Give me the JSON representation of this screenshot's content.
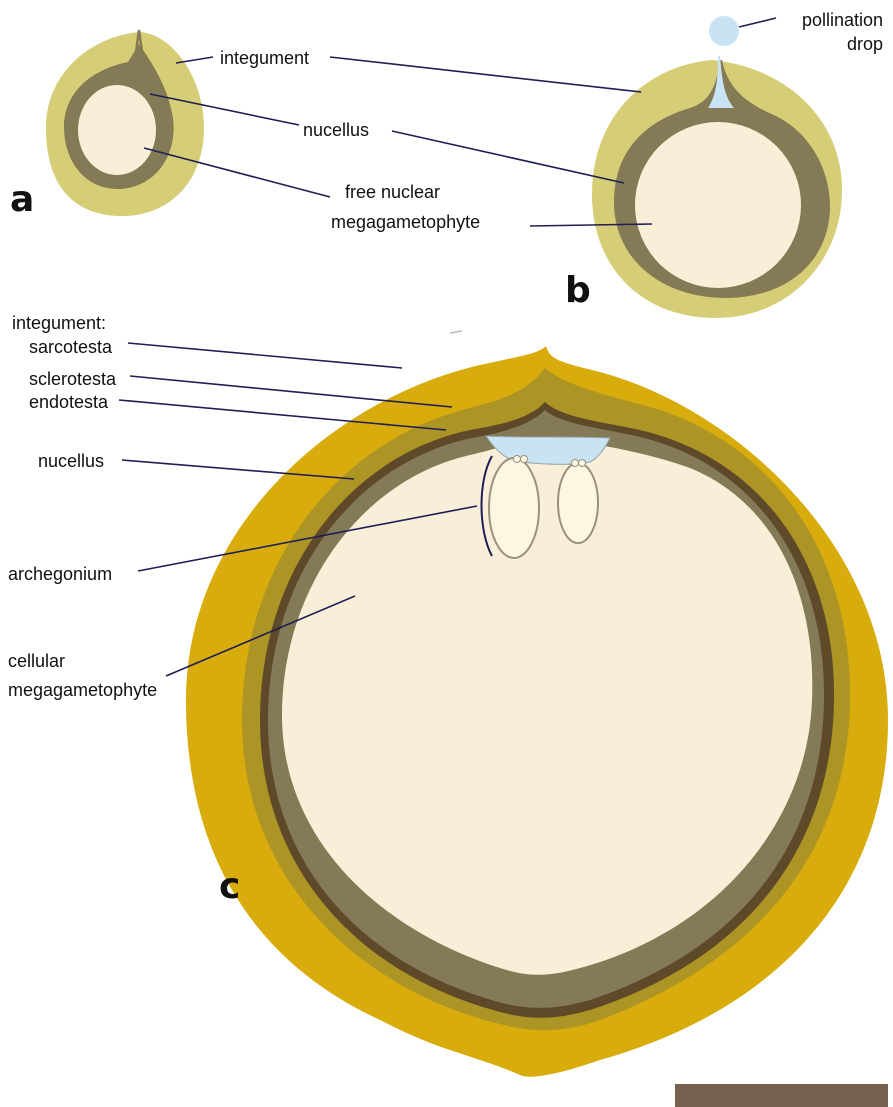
{
  "labels": {
    "integument_a": "integument",
    "nucellus_ab": "nucellus",
    "free_nuclear_1": "free nuclear",
    "free_nuclear_2": "megagametophyte",
    "pollination_drop_1": "pollination",
    "pollination_drop_2": "drop",
    "integument_c": "integument:",
    "sarcotesta": "sarcotesta",
    "sclerotesta": "sclerotesta",
    "endotesta": "endotesta",
    "nucellus_c": "nucellus",
    "archegonium": "archegonium",
    "cellular_1": "cellular",
    "cellular_2": "megagametophyte"
  },
  "panels": {
    "a": "a",
    "b": "b",
    "c": "c"
  },
  "colors": {
    "integument_young": "#d6cd77",
    "nucellus": "#847a56",
    "megagametophyte": "#f9efd9",
    "pollination_drop": "#c8e3f3",
    "sarcotesta": "#d7ac0c",
    "sclerotesta": "#ad9525",
    "endotesta": "#5e4a28",
    "archegonium": "#fdf6e2",
    "leader_line": "#1f1f55",
    "scale_bar": "#76624f"
  }
}
